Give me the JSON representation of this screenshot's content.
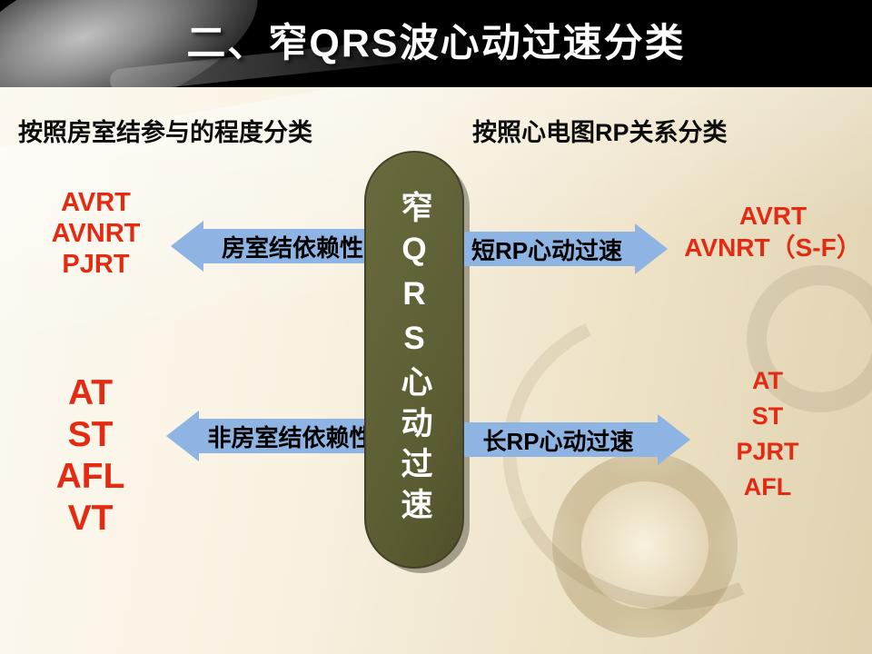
{
  "title": "二、窄QRS波心动过速分类",
  "headers": {
    "left": "按照房室结参与的程度分类",
    "right": "按照心电图RP关系分类"
  },
  "center": {
    "label": "窄QRS心动过速"
  },
  "branches": {
    "top_left": {
      "arrow_label": "房室结依赖性",
      "items": [
        "AVRT",
        "AVNRT",
        "PJRT"
      ]
    },
    "bottom_left": {
      "arrow_label": "非房室结依赖性",
      "items": [
        "AT",
        "ST",
        "AFL",
        "VT"
      ]
    },
    "top_right": {
      "arrow_label": "短RP心动过速",
      "items": [
        "AVRT",
        "AVNRT（S-F）"
      ]
    },
    "bottom_right": {
      "arrow_label": "长RP心动过速",
      "items": [
        "AT",
        "ST",
        "PJRT",
        "AFL"
      ]
    }
  },
  "colors": {
    "arrow_blue": "#8db4e2",
    "item_red": "#e32b13",
    "pill_olive": "#6a6a3e",
    "banner_black": "#000000"
  }
}
